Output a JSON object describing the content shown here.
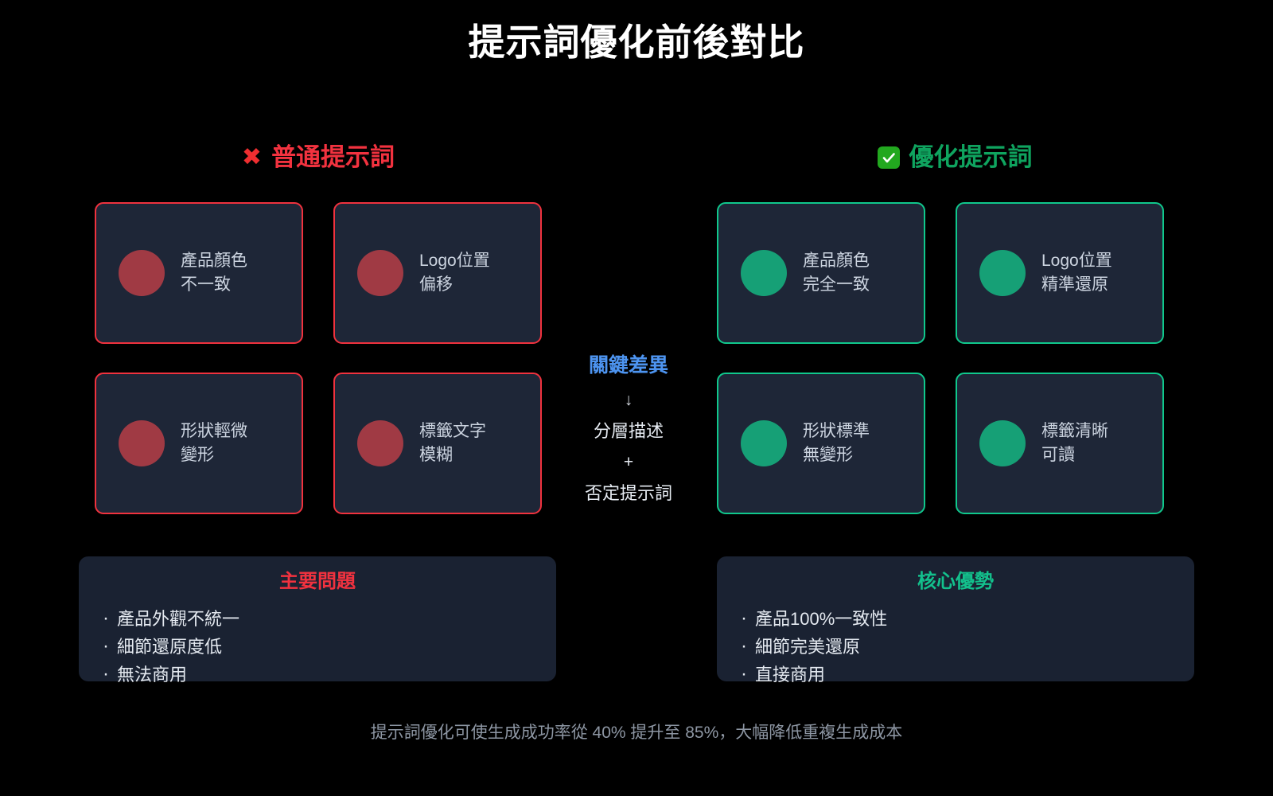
{
  "title": "提示詞優化前後對比",
  "columns": {
    "left": {
      "icon": "cross-mark-icon",
      "icon_glyph": "✖",
      "label": "普通提示詞",
      "color": "#f2323f",
      "cards": [
        {
          "text": "產品顏色\n不一致"
        },
        {
          "text": "Logo位置\n偏移"
        },
        {
          "text": "形狀輕微\n變形"
        },
        {
          "text": "標籤文字\n模糊"
        }
      ],
      "summary": {
        "title": "主要問題",
        "items": [
          "產品外觀不統一",
          "細節還原度低",
          "無法商用"
        ]
      }
    },
    "right": {
      "icon": "check-mark-button-icon",
      "label": "優化提示詞",
      "color": "#0fa45f",
      "cards": [
        {
          "text": "產品顏色\n完全一致"
        },
        {
          "text": "Logo位置\n精準還原"
        },
        {
          "text": "形狀標準\n無變形"
        },
        {
          "text": "標籤清晰\n可讀"
        }
      ],
      "summary": {
        "title": "核心優勢",
        "items": [
          "產品100%一致性",
          "細節完美還原",
          "直接商用"
        ]
      }
    }
  },
  "center": {
    "title": "關鍵差異",
    "arrow": "↓",
    "line1": "分層描述",
    "plus": "+",
    "line2": "否定提示詞",
    "title_color": "#4d94f0"
  },
  "footer": "提示詞優化可使生成成功率從 40% 提升至 85%，大幅降低重複生成成本",
  "palette": {
    "background": "#000000",
    "card_bg": "#1e2637",
    "summary_bg": "#1a2232",
    "bad_border": "#f0323e",
    "good_border": "#10c88c",
    "bad_dot": "#a03a44",
    "good_dot": "#16a076",
    "text": "#ccd4e0",
    "footer_text": "#8d96a3"
  }
}
